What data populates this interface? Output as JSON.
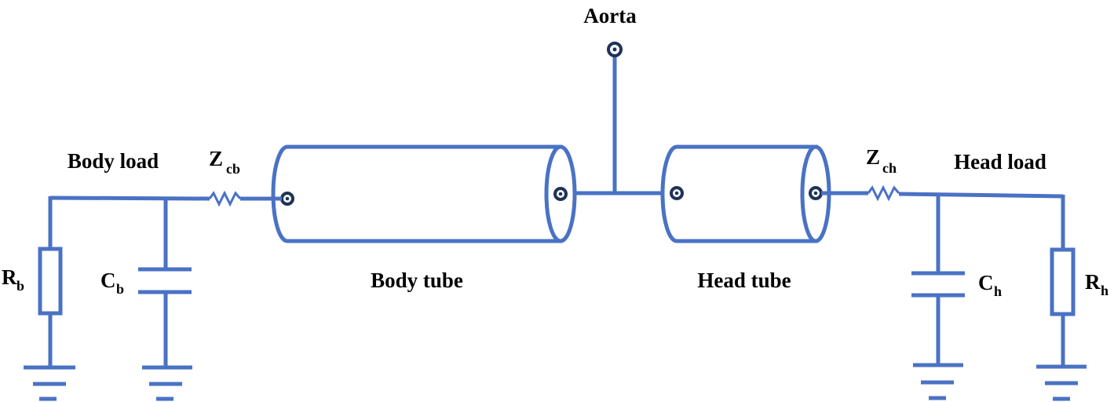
{
  "labels": {
    "aorta": "Aorta",
    "body_load": "Body load",
    "head_load": "Head load",
    "body_tube": "Body tube",
    "head_tube": "Head tube",
    "z_cb_main": "Z",
    "z_cb_sub": "cb",
    "z_ch_main": "Z",
    "z_ch_sub": "ch",
    "r_b_main": "R",
    "r_b_sub": "b",
    "c_b_main": "C",
    "c_b_sub": "b",
    "c_h_main": "C",
    "c_h_sub": "h",
    "r_h_main": "R",
    "r_h_sub": "h"
  },
  "colors": {
    "wire": "#4a72c4",
    "node": "#1f3358",
    "text": "#000000"
  }
}
